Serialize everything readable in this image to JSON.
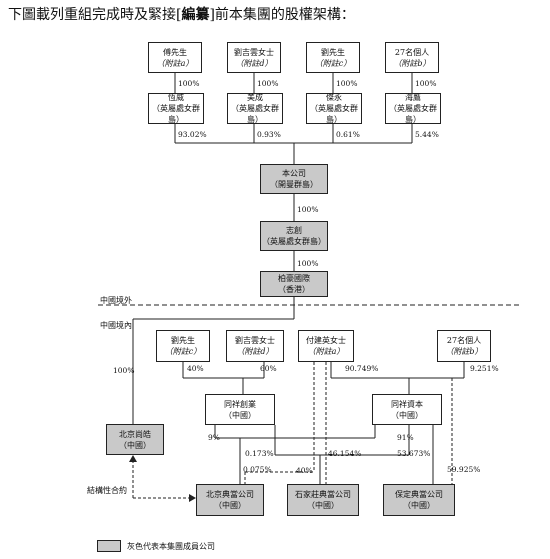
{
  "title": {
    "pre": "下圖載列重組完成時及緊接[",
    "bold": "編纂",
    "post": "]前本集團的股權架構："
  },
  "region_labels": {
    "offshore": "中國境外",
    "onshore": "中國境內"
  },
  "top_holders": [
    {
      "name": "傅先生",
      "note": "（附註a）"
    },
    {
      "name": "劉吉雲女士",
      "note": "（附註d）"
    },
    {
      "name": "劉先生",
      "note": "（附註c）"
    },
    {
      "name": "27名個人",
      "note": "（附註b）"
    }
  ],
  "top_holder_pct": [
    "100%",
    "100%",
    "100%",
    "100%"
  ],
  "bvi_entities": [
    {
      "name": "恆威",
      "place": "（英屬處女群島）"
    },
    {
      "name": "美成",
      "place": "（英屬處女群島）"
    },
    {
      "name": "傑永",
      "place": "（英屬處女群島）"
    },
    {
      "name": "海鷹",
      "place": "（英屬處女群島）"
    }
  ],
  "bvi_pct": [
    "93.02%",
    "0.93%",
    "0.61%",
    "5.44%"
  ],
  "company": {
    "name": "本公司",
    "place": "（開曼群島）"
  },
  "company_pct": "100%",
  "zhichuang": {
    "name": "志創",
    "place": "（英屬處女群島）"
  },
  "zhichuang_pct": "100%",
  "baihao": {
    "name": "柏豪國際",
    "place": "（香港）"
  },
  "onshore_holders": [
    {
      "name": "劉先生",
      "note": "（附註c）"
    },
    {
      "name": "劉吉雲女士",
      "note": "（附註d）"
    },
    {
      "name": "付建英女士",
      "note": "（附註a）"
    },
    {
      "name": "27名個人",
      "note": "（附註b）"
    }
  ],
  "tongxiang_chuangye": {
    "name": "同祥創業",
    "place": "（中國）"
  },
  "tongxiang_ziben": {
    "name": "同祥資本",
    "place": "（中國）"
  },
  "beijing_shanghao": {
    "name": "北京尚皓",
    "place": "（中國）"
  },
  "beijing_diandang": {
    "name": "北京典當公司",
    "place": "（中國）"
  },
  "shijiazhuang": {
    "name": "石家莊典當公司",
    "place": "（中國）"
  },
  "baoding": {
    "name": "保定典當公司",
    "place": "（中國）"
  },
  "pcts": {
    "liu_to_cy": "40%",
    "liujy_to_cy": "60%",
    "fu_to_zb": "90.749%",
    "p27_to_zb": "9.251%",
    "baihao_to_shanghao": "100%",
    "cy_9": "9%",
    "zb_91": "91%",
    "p0173": "0.173%",
    "p0075": "0.075%",
    "p40": "40%",
    "p46154": "46.154%",
    "p53673": "53.673%",
    "p59925": "59.925%"
  },
  "contract_label": "結構性合約",
  "legend": "灰色代表本集團成員公司",
  "colors": {
    "group_fill": "#c9c9c9",
    "line": "#222222"
  }
}
